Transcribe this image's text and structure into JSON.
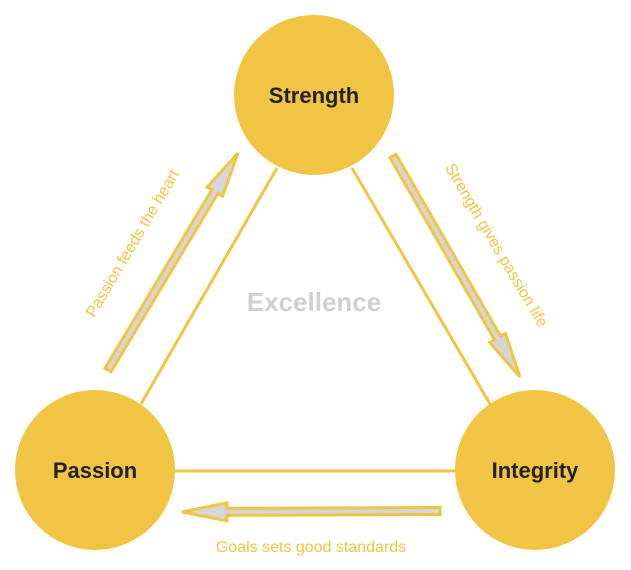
{
  "colors": {
    "accent": "#F2C443",
    "arrow_fill": "#d6d6d6",
    "center_text": "#d0d0d0"
  },
  "nodes": {
    "top": "Strength",
    "left": "Passion",
    "right": "Integrity"
  },
  "center_label": "Excellence",
  "arrows": {
    "left": "Passion feeds the heart",
    "right": "Strength gives passion life",
    "bottom": "Goals sets good standards"
  }
}
